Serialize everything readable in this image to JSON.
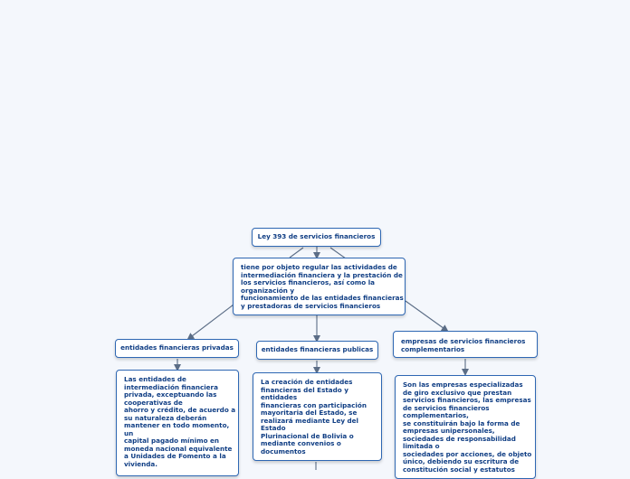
{
  "colors": {
    "border": "#2e67b3",
    "text": "#103e84",
    "line": "#5b6d86",
    "background": "#f4f7fc"
  },
  "nodes": {
    "root": "Ley 393 de servicios financieros",
    "purpose": "tiene por objeto regular las actividades de\nintermediación financiera y la prestación de\nlos servicios financieros, así como la\norganización y\nfuncionamiento de las entidades financieras\ny prestadoras de servicios financieros",
    "private": "entidades financieras privadas",
    "public": "entidades financieras publicas",
    "complementary": "empresas de servicios financieros\ncomplementarios",
    "private_detail": "Las entidades de\nintermediación financiera\nprivada, exceptuando las\ncooperativas de\nahorro y crédito, de acuerdo a\nsu naturaleza deberán\nmantener en todo momento,\nun\ncapital pagado mínimo en\nmoneda nacional equivalente\na Unidades de Fomento a la\nvivienda.",
    "public_detail": "La creación de entidades\nfinancieras del Estado y\nentidades\nfinancieras con participación\nmayoritaria del Estado, se\nrealizará mediante Ley del\nEstado\nPlurinacional de Bolivia o\nmediante convenios o\ndocumentos",
    "complementary_detail": "Son las empresas especializadas\nde giro exclusivo que prestan\nservicios financieros, las empresas\nde servicios financieros\ncomplementarios,\nse constituirán bajo la forma de\nempresas unipersonales,\nsociedades de responsabilidad\nlimitada o\nsociedades por acciones, de objeto\núnico, debiendo su escritura de\nconstitución social y estatutos"
  }
}
